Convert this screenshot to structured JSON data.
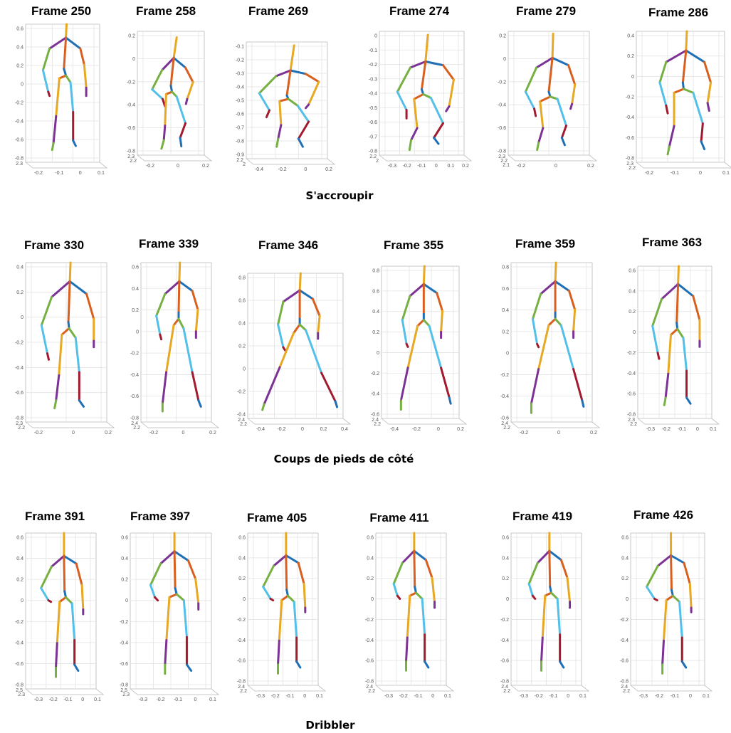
{
  "colors": {
    "head": "#e7a823",
    "arm_left_upper": "#7b3294",
    "arm_left_fore": "#76b041",
    "arm_left_hand": "#52c0e8",
    "arm_left_tip": "#a11a2e",
    "arm_right_upper": "#1f6fb5",
    "arm_right_fore": "#d95f1e",
    "arm_right_hand": "#e7a823",
    "arm_right_tip": "#7b3294",
    "spine": "#d95f1e",
    "spine_low": "#1f6fb5",
    "hip_left": "#d95f1e",
    "hip_right": "#76b041",
    "thigh_left": "#e7a823",
    "shin_left": "#7b3294",
    "foot_left": "#76b041",
    "thigh_right": "#52c0e8",
    "shin_right": "#a11a2e",
    "foot_right": "#1f6fb5"
  },
  "rows": [
    {
      "caption": "S'accroupir",
      "frames": [
        {
          "title": "Frame 250",
          "y_ticks": [
            "0.6",
            "0.4",
            "0.2",
            "0",
            "-0.2",
            "-0.4",
            "-0.6",
            "-0.8"
          ],
          "x_ticks": [
            "-0.2",
            "-0.1",
            "0",
            "0.1"
          ],
          "z_ticks": [
            "2.3"
          ]
        },
        {
          "title": "Frame 258",
          "y_ticks": [
            "0.2",
            "0",
            "-0.2",
            "-0.4",
            "-0.6",
            "-0.8"
          ],
          "x_ticks": [
            "-0.2",
            "0",
            "0.2"
          ],
          "z_ticks": [
            "2.3",
            "2.2"
          ]
        },
        {
          "title": "Frame 269",
          "y_ticks": [
            "-0.1",
            "-0.2",
            "-0.3",
            "-0.4",
            "-0.5",
            "-0.6",
            "-0.7",
            "-0.8",
            "-0.9"
          ],
          "x_ticks": [
            "-0.4",
            "-0.2",
            "0",
            "0.2"
          ],
          "z_ticks": [
            "2.2",
            "2"
          ]
        },
        {
          "title": "Frame 274",
          "y_ticks": [
            "0",
            "-0.1",
            "-0.2",
            "-0.3",
            "-0.4",
            "-0.5",
            "-0.6",
            "-0.7",
            "-0.8"
          ],
          "x_ticks": [
            "-0.3",
            "-0.2",
            "-0.1",
            "0",
            "0.1",
            "0.2"
          ],
          "z_ticks": [
            "2.2",
            "2"
          ]
        },
        {
          "title": "Frame 279",
          "y_ticks": [
            "0.2",
            "0",
            "-0.2",
            "-0.4",
            "-0.6",
            "-0.8"
          ],
          "x_ticks": [
            "-0.2",
            "0",
            "0.2"
          ],
          "z_ticks": [
            "2.3",
            "2.2",
            "2.1"
          ]
        },
        {
          "title": "Frame 286",
          "y_ticks": [
            "0.4",
            "0.2",
            "0",
            "-0.2",
            "-0.4",
            "-0.6",
            "-0.8"
          ],
          "x_ticks": [
            "-0.2",
            "-0.1",
            "0",
            "0.1"
          ],
          "z_ticks": [
            "2.3",
            "2.2"
          ]
        }
      ]
    },
    {
      "caption": "Coups de pieds de côté",
      "frames": [
        {
          "title": "Frame 330",
          "y_ticks": [
            "0.4",
            "0.2",
            "0",
            "-0.2",
            "-0.4",
            "-0.6",
            "-0.8"
          ],
          "x_ticks": [
            "-0.2",
            "0",
            "0.2"
          ],
          "z_ticks": [
            "2.3",
            "2.2"
          ]
        },
        {
          "title": "Frame 339",
          "y_ticks": [
            "0.6",
            "0.4",
            "0.2",
            "0",
            "-0.2",
            "-0.4",
            "-0.6",
            "-0.8"
          ],
          "x_ticks": [
            "-0.2",
            "0",
            "0.2"
          ],
          "z_ticks": [
            "2.4",
            "2.2"
          ]
        },
        {
          "title": "Frame 346",
          "y_ticks": [
            "0.8",
            "0.6",
            "0.4",
            "0.2",
            "0",
            "-0.2",
            "-0.4"
          ],
          "x_ticks": [
            "-0.4",
            "-0.2",
            "0",
            "0.2",
            "0.4"
          ],
          "z_ticks": [
            "2.4",
            "2.2"
          ]
        },
        {
          "title": "Frame 355",
          "y_ticks": [
            "0.8",
            "0.6",
            "0.4",
            "0.2",
            "0",
            "-0.2",
            "-0.4",
            "-0.6"
          ],
          "x_ticks": [
            "-0.4",
            "-0.2",
            "0",
            "0.2"
          ],
          "z_ticks": [
            "2.4",
            "2.2"
          ]
        },
        {
          "title": "Frame 359",
          "y_ticks": [
            "0.8",
            "0.6",
            "0.4",
            "0.2",
            "0",
            "-0.2",
            "-0.4",
            "-0.6"
          ],
          "x_ticks": [
            "-0.2",
            "0",
            "0.2"
          ],
          "z_ticks": [
            "2.4",
            "2.2"
          ]
        },
        {
          "title": "Frame 363",
          "y_ticks": [
            "0.6",
            "0.4",
            "0.2",
            "0",
            "-0.2",
            "-0.4",
            "-0.6",
            "-0.8"
          ],
          "x_ticks": [
            "-0.3",
            "-0.2",
            "-0.1",
            "0",
            "0.1"
          ],
          "z_ticks": [
            "2.3",
            "2.2"
          ]
        }
      ]
    },
    {
      "caption": "Dribbler",
      "frames": [
        {
          "title": "Frame 391",
          "y_ticks": [
            "0.6",
            "0.4",
            "0.2",
            "0",
            "-0.2",
            "-0.4",
            "-0.6",
            "-0.8"
          ],
          "x_ticks": [
            "-0.3",
            "-0.2",
            "-0.1",
            "0",
            "0.1"
          ],
          "z_ticks": [
            "2.5",
            "2.3"
          ]
        },
        {
          "title": "Frame 397",
          "y_ticks": [
            "0.6",
            "0.4",
            "0.2",
            "0",
            "-0.2",
            "-0.4",
            "-0.6",
            "-0.8"
          ],
          "x_ticks": [
            "-0.3",
            "-0.2",
            "-0.1",
            "0",
            "0.1"
          ],
          "z_ticks": [
            "2.5",
            "2.3"
          ]
        },
        {
          "title": "Frame 405",
          "y_ticks": [
            "0.6",
            "0.4",
            "0.2",
            "0",
            "-0.2",
            "-0.4",
            "-0.6",
            "-0.8"
          ],
          "x_ticks": [
            "-0.3",
            "-0.2",
            "-0.1",
            "0",
            "0.1"
          ],
          "z_ticks": [
            "2.4",
            "2.2"
          ]
        },
        {
          "title": "Frame 411",
          "y_ticks": [
            "0.6",
            "0.4",
            "0.2",
            "0",
            "-0.2",
            "-0.4",
            "-0.6",
            "-0.8"
          ],
          "x_ticks": [
            "-0.3",
            "-0.2",
            "-0.1",
            "0",
            "0.1"
          ],
          "z_ticks": [
            "2.4",
            "2.2"
          ]
        },
        {
          "title": "Frame 419",
          "y_ticks": [
            "0.6",
            "0.4",
            "0.2",
            "0",
            "-0.2",
            "-0.4",
            "-0.6",
            "-0.8"
          ],
          "x_ticks": [
            "-0.3",
            "-0.2",
            "-0.1",
            "0",
            "0.1"
          ],
          "z_ticks": [
            "2.4",
            "2.2"
          ]
        },
        {
          "title": "Frame 426",
          "y_ticks": [
            "0.6",
            "0.4",
            "0.2",
            "0",
            "-0.2",
            "-0.4",
            "-0.6",
            "-0.8"
          ],
          "x_ticks": [
            "-0.3",
            "-0.2",
            "-0.1",
            "0",
            "0.1"
          ],
          "z_ticks": [
            "2.4",
            "2.2"
          ]
        }
      ]
    }
  ]
}
